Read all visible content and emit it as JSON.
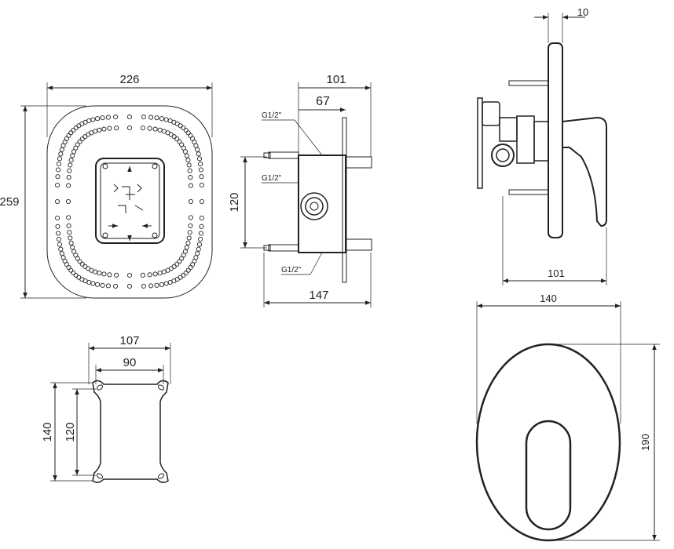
{
  "drawing": {
    "wall_plate": {
      "width": "226",
      "height": "259"
    },
    "body_side": {
      "depth": "101",
      "depth_inner": "67",
      "length": "147",
      "inlet_spacing": "120",
      "thread_top": "G1/2\"",
      "thread_mid": "G1/2\"",
      "thread_bottom": "G1/2\""
    },
    "side_view": {
      "cover_thickness": "10",
      "depth": "101"
    },
    "mount_plate": {
      "outer_width": "107",
      "inner_width": "90",
      "outer_height": "140",
      "inner_height": "120"
    },
    "cover_front": {
      "width": "140",
      "height": "190"
    }
  }
}
